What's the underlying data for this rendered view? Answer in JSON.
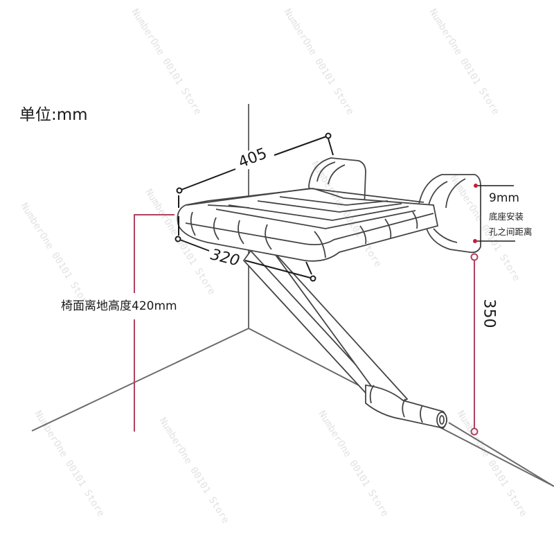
{
  "diagram": {
    "unit_label": "单位:mm",
    "dimensions": {
      "width": "405",
      "depth": "320",
      "seat_height_label": "椅面离地高度420mm",
      "bracket_to_floor": "350",
      "mounting_hole_spacing": "9mm",
      "mounting_hole_desc_line1": "底座安装",
      "mounting_hole_desc_line2": "孔之间距离"
    },
    "colors": {
      "line": "#555555",
      "dimension_line": "#1a1a1a",
      "accent": "#b0405e",
      "hole_dot": "#c0203a"
    },
    "watermark": "NumberOne 00101 Store"
  }
}
